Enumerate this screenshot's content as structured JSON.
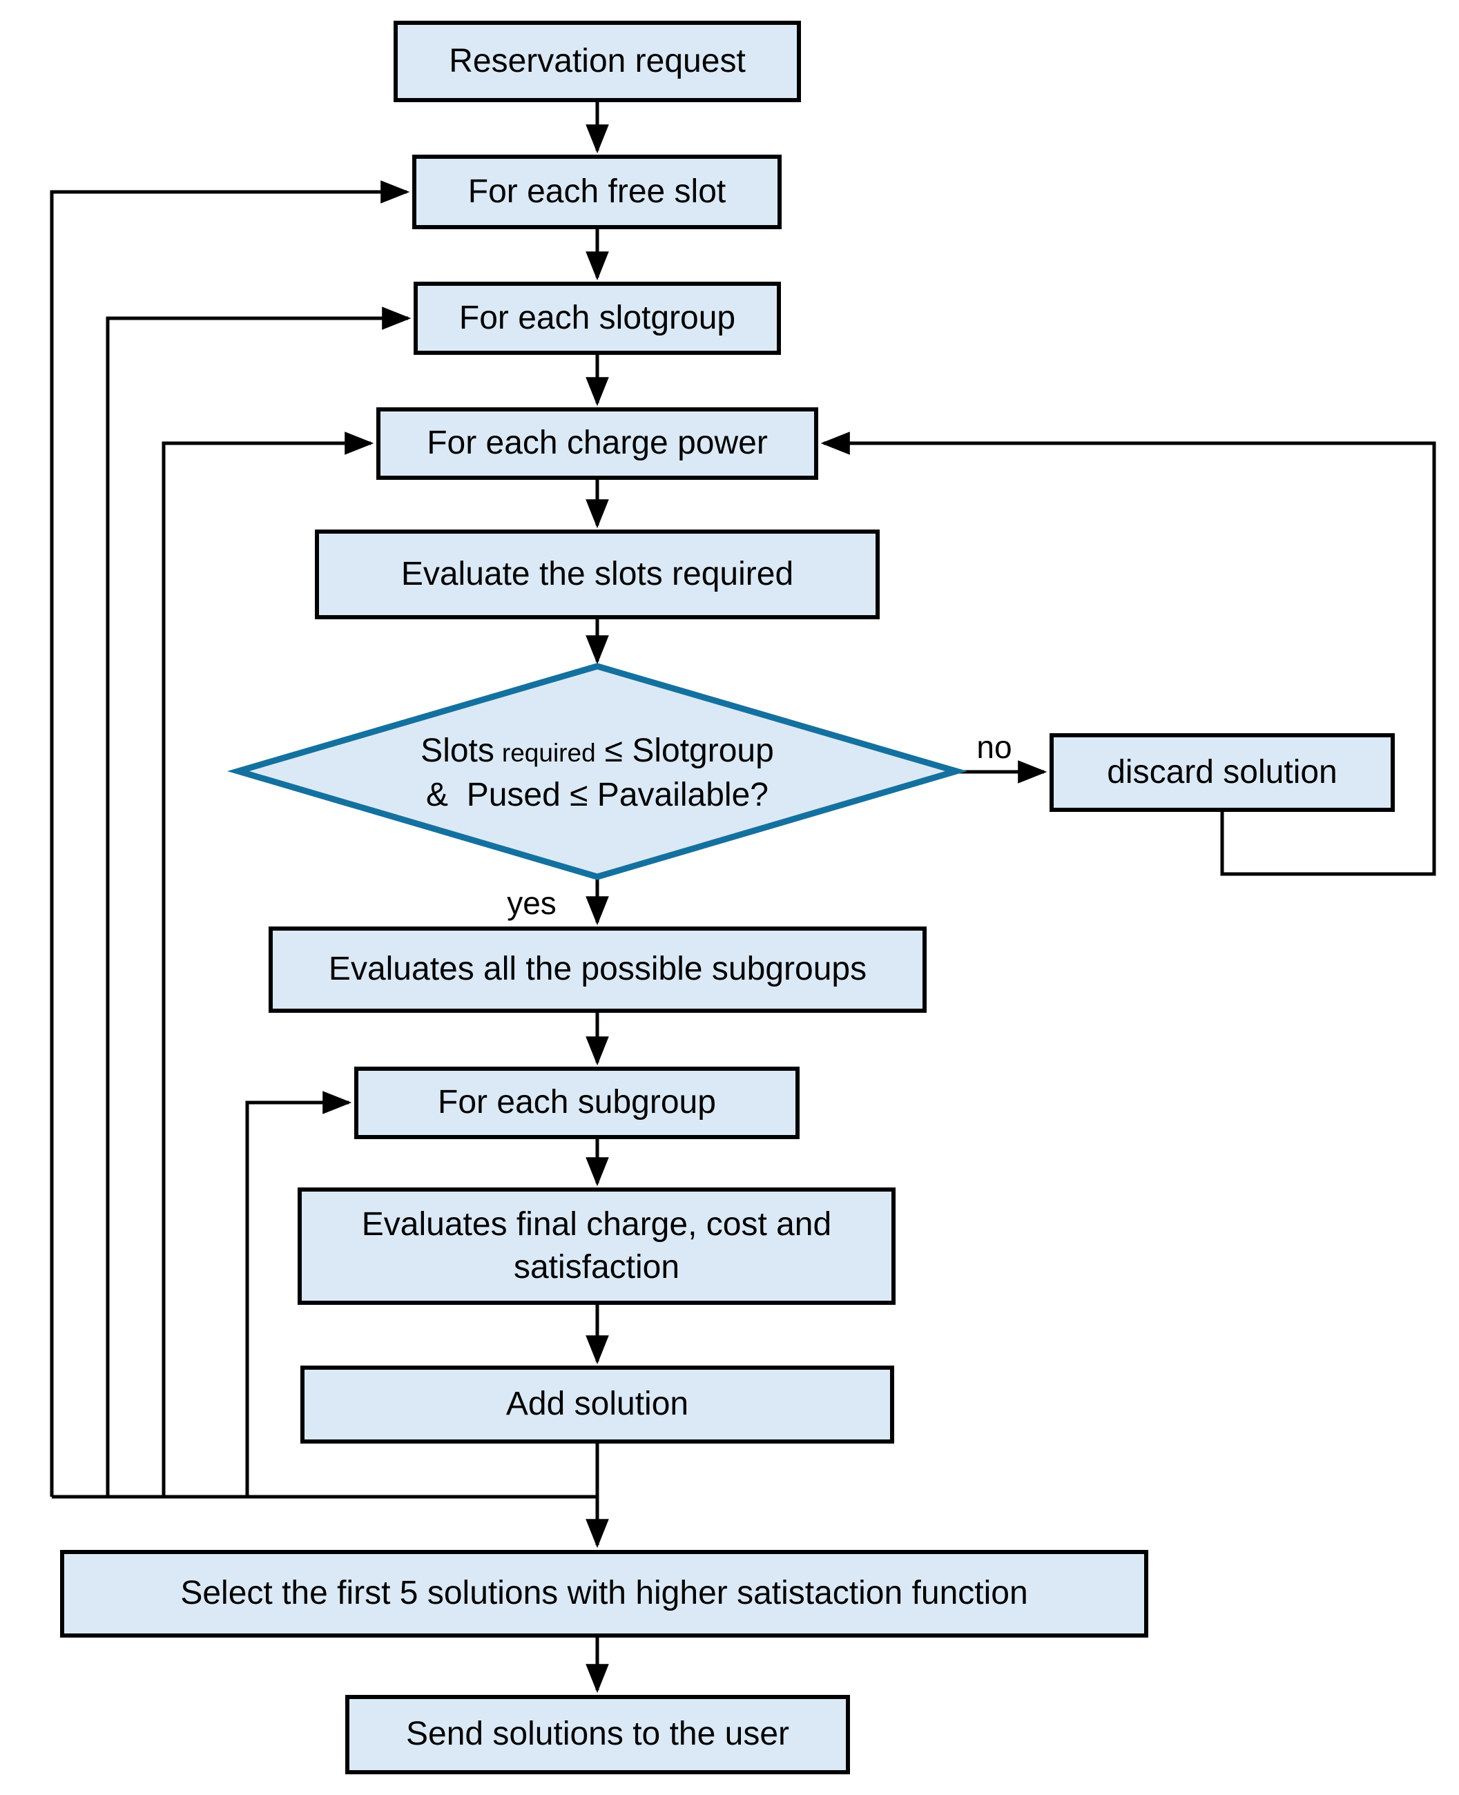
{
  "colors": {
    "background": "#ffffff",
    "node_fill": "#dbe9f6",
    "node_border": "#000000",
    "decision_border": "#14719f",
    "connector": "#000000",
    "text": "#000000"
  },
  "nodes": {
    "reservation_request": {
      "label": "Reservation request"
    },
    "for_each_free_slot": {
      "label": "For each free slot"
    },
    "for_each_slotgroup": {
      "label": "For each slotgroup"
    },
    "for_each_charge_power": {
      "label": "For each charge power"
    },
    "evaluate_slots_required": {
      "label": "Evaluate the slots required"
    },
    "decision": {
      "line1_large": "Slots",
      "line1_small": "required",
      "line1_rest": "≤ Slotgroup",
      "line2": "&  Pused ≤ Pavailable?"
    },
    "discard_solution": {
      "label": "discard solution"
    },
    "evaluates_all_subgroups": {
      "label": "Evaluates all the possible subgroups"
    },
    "for_each_subgroup": {
      "label": "For each subgroup"
    },
    "evaluates_final": {
      "label": "Evaluates final charge, cost and satisfaction"
    },
    "add_solution": {
      "label": "Add solution"
    },
    "select_first_5": {
      "label": "Select the first 5 solutions with higher satistaction function"
    },
    "send_solutions": {
      "label": "Send solutions to the user"
    }
  },
  "edge_labels": {
    "no": "no",
    "yes": "yes"
  }
}
